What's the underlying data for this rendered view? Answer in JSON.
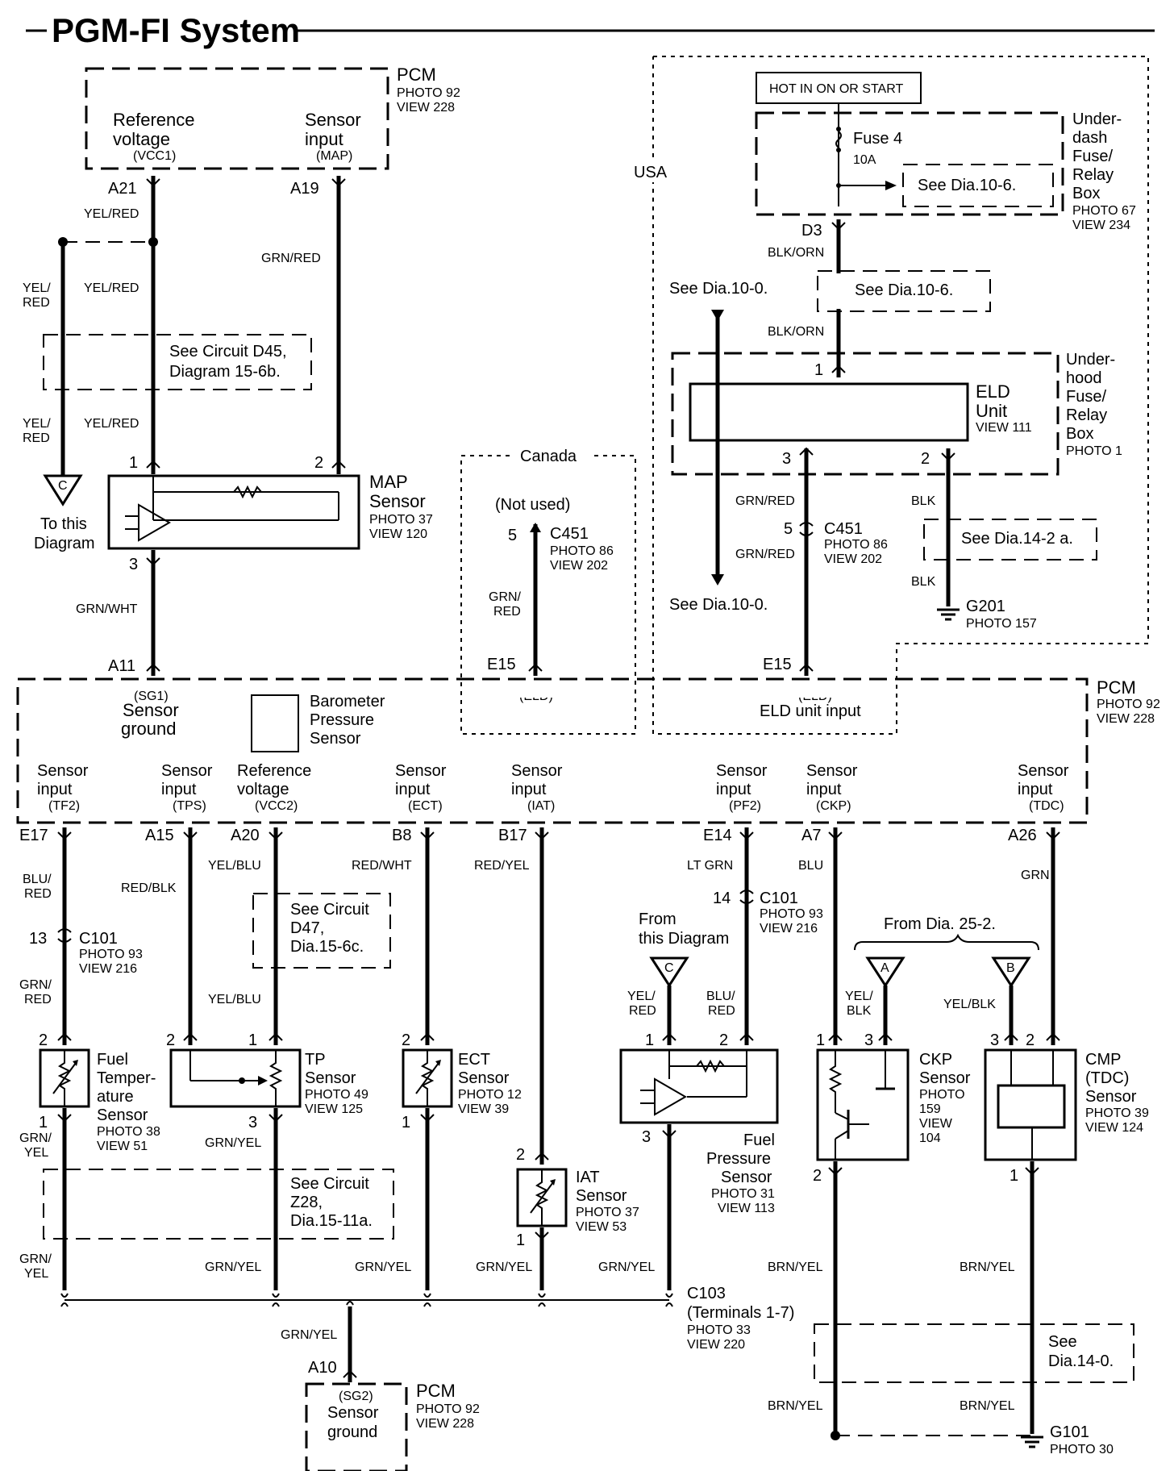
{
  "title": "PGM-FI System",
  "pcm_top": {
    "name": "PCM",
    "photo": "PHOTO 92",
    "view": "VIEW 228",
    "ref_l1": "Reference",
    "ref_l2": "voltage",
    "ref_code": "(VCC1)",
    "sen_l1": "Sensor",
    "sen_l2": "input",
    "sen_code": "(MAP)",
    "pin_a21": "A21",
    "pin_a19": "A19"
  },
  "wires": {
    "yel_red": "YEL/RED",
    "grn_red": "GRN/RED",
    "yel_red_split": [
      "YEL/",
      "RED"
    ],
    "grn_wht": "GRN/WHT",
    "blk_orn": "BLK/ORN",
    "blk": "BLK",
    "grn_red_split": [
      "GRN/",
      "RED"
    ],
    "blu_red": [
      "BLU/",
      "RED"
    ],
    "red_blk": "RED/BLK",
    "yel_blu": "YEL/BLU",
    "red_wht": "RED/WHT",
    "red_yel": "RED/YEL",
    "lt_grn": "LT GRN",
    "blu": "BLU",
    "grn": "GRN",
    "grn_yel": "GRN/YEL",
    "grn_yel_split": [
      "GRN/",
      "YEL"
    ],
    "yel_red_c": [
      "YEL/",
      "RED"
    ],
    "blu_red_c": [
      "BLU/",
      "RED"
    ],
    "yel_blk": [
      "YEL/",
      "BLK"
    ],
    "yel_blk_b": "YEL/BLK",
    "brn_yel": "BRN/YEL"
  },
  "see_d45": [
    "See Circuit D45,",
    "Diagram 15-6b."
  ],
  "conn_c": "C",
  "to_this": [
    "To this",
    "Diagram"
  ],
  "map": {
    "name1": "MAP",
    "name2": "Sensor",
    "photo": "PHOTO 37",
    "view": "VIEW 120",
    "pin1": "1",
    "pin2": "2",
    "pin3": "3"
  },
  "pin_a11": "A11",
  "canada": {
    "label": "Canada",
    "not_used": "(Not used)",
    "pin5": "5",
    "conn": "C451",
    "photo": "PHOTO 86",
    "view": "VIEW 202",
    "pin_e15": "E15",
    "code": "(ELD)"
  },
  "usa": {
    "label": "USA",
    "hot": "HOT IN ON OR START",
    "fuse": "Fuse 4",
    "amp": "10A",
    "see_106a": "See Dia.10-6.",
    "box1": [
      "Under-",
      "dash",
      "Fuse/",
      "Relay",
      "Box"
    ],
    "box1_photo": "PHOTO 67",
    "box1_view": "VIEW 234",
    "pin_d3": "D3",
    "see_100": "See Dia.10-0.",
    "see_106b": "See Dia.10-6.",
    "pin1": "1",
    "box2": [
      "Under-",
      "hood",
      "Fuse/",
      "Relay",
      "Box"
    ],
    "box2_photo": "PHOTO 1",
    "eld1": "ELD",
    "eld2": "Unit",
    "eld_view": "VIEW 111",
    "pin3": "3",
    "pin2": "2",
    "pin5": "5",
    "conn": "C451",
    "photo": "PHOTO 86",
    "view": "VIEW 202",
    "see_142": "See Dia.14-2 a.",
    "see_100b": "See Dia.10-0.",
    "g201": "G201",
    "g201_photo": "PHOTO 157",
    "pin_e15": "E15",
    "code": "(ELD)",
    "eld_input": "ELD unit input"
  },
  "pcm_main": {
    "name": "PCM",
    "photo": "PHOTO 92",
    "view": "VIEW 228",
    "sg1": "(SG1)",
    "sg_l1": "Sensor",
    "sg_l2": "ground",
    "baro": [
      "Barometer",
      "Pressure",
      "Sensor"
    ],
    "inputs": [
      {
        "l1": "Sensor",
        "l2": "input",
        "code": "(TF2)",
        "pin": "E17"
      },
      {
        "l1": "Sensor",
        "l2": "input",
        "code": "(TPS)",
        "pin": "A15"
      },
      {
        "l1": "Reference",
        "l2": "voltage",
        "code": "(VCC2)",
        "pin": "A20"
      },
      {
        "l1": "Sensor",
        "l2": "input",
        "code": "(ECT)",
        "pin": "B8"
      },
      {
        "l1": "Sensor",
        "l2": "input",
        "code": "(IAT)",
        "pin": "B17"
      },
      {
        "l1": "Sensor",
        "l2": "input",
        "code": "(PF2)",
        "pin": "E14"
      },
      {
        "l1": "Sensor",
        "l2": "input",
        "code": "(CKP)",
        "pin": "A7"
      },
      {
        "l1": "Sensor",
        "l2": "input",
        "code": "(TDC)",
        "pin": "A26"
      }
    ]
  },
  "c101": {
    "pin13": "13",
    "pin14": "14",
    "name": "C101",
    "photo": "PHOTO 93",
    "view": "VIEW 216"
  },
  "see_d47": [
    "See Circuit",
    "D47,",
    "Dia.15-6c."
  ],
  "from_this": [
    "From",
    "this Diagram"
  ],
  "from_252": "From Dia. 25-2.",
  "conn_a": "A",
  "conn_b": "B",
  "fuel_temp": {
    "name": [
      "Fuel",
      "Temper-",
      "ature",
      "Sensor"
    ],
    "photo": "PHOTO 38",
    "view": "VIEW 51",
    "pin2": "2",
    "pin1": "1"
  },
  "tp": {
    "name": [
      "TP",
      "Sensor"
    ],
    "photo": "PHOTO 49",
    "view": "VIEW 125",
    "pin2": "2",
    "pin1": "1",
    "pin3": "3"
  },
  "ect": {
    "name": [
      "ECT",
      "Sensor"
    ],
    "photo": "PHOTO 12",
    "view": "VIEW 39",
    "pin2": "2",
    "pin1": "1"
  },
  "iat": {
    "name": [
      "IAT",
      "Sensor"
    ],
    "photo": "PHOTO 37",
    "view": "VIEW 53",
    "pin2": "2",
    "pin1": "1"
  },
  "fps": {
    "name": [
      "Fuel",
      "Pressure",
      "Sensor"
    ],
    "photo": "PHOTO 31",
    "view": "VIEW 113",
    "pin1": "1",
    "pin2": "2",
    "pin3": "3"
  },
  "ckp": {
    "name": [
      "CKP",
      "Sensor"
    ],
    "photo": [
      "PHOTO",
      "159"
    ],
    "view": [
      "VIEW",
      "104"
    ],
    "pin1": "1",
    "pin3": "3",
    "pin2": "2"
  },
  "cmp": {
    "name": [
      "CMP",
      "(TDC)",
      "Sensor"
    ],
    "photo": "PHOTO 39",
    "view": "VIEW 124",
    "pin3": "3",
    "pin2": "2",
    "pin1": "1"
  },
  "see_z28": [
    "See Circuit",
    "Z28,",
    "Dia.15-11a."
  ],
  "c103": {
    "name": "C103",
    "terms": "(Terminals 1-7)",
    "photo": "PHOTO 33",
    "view": "VIEW 220"
  },
  "pcm_bottom": {
    "pin": "A10",
    "sg2": "(SG2)",
    "l1": "Sensor",
    "l2": "ground",
    "name": "PCM",
    "photo": "PHOTO 92",
    "view": "VIEW 228"
  },
  "see_140": [
    "See",
    "Dia.14-0."
  ],
  "g101": {
    "name": "G101",
    "photo": "PHOTO 30"
  }
}
